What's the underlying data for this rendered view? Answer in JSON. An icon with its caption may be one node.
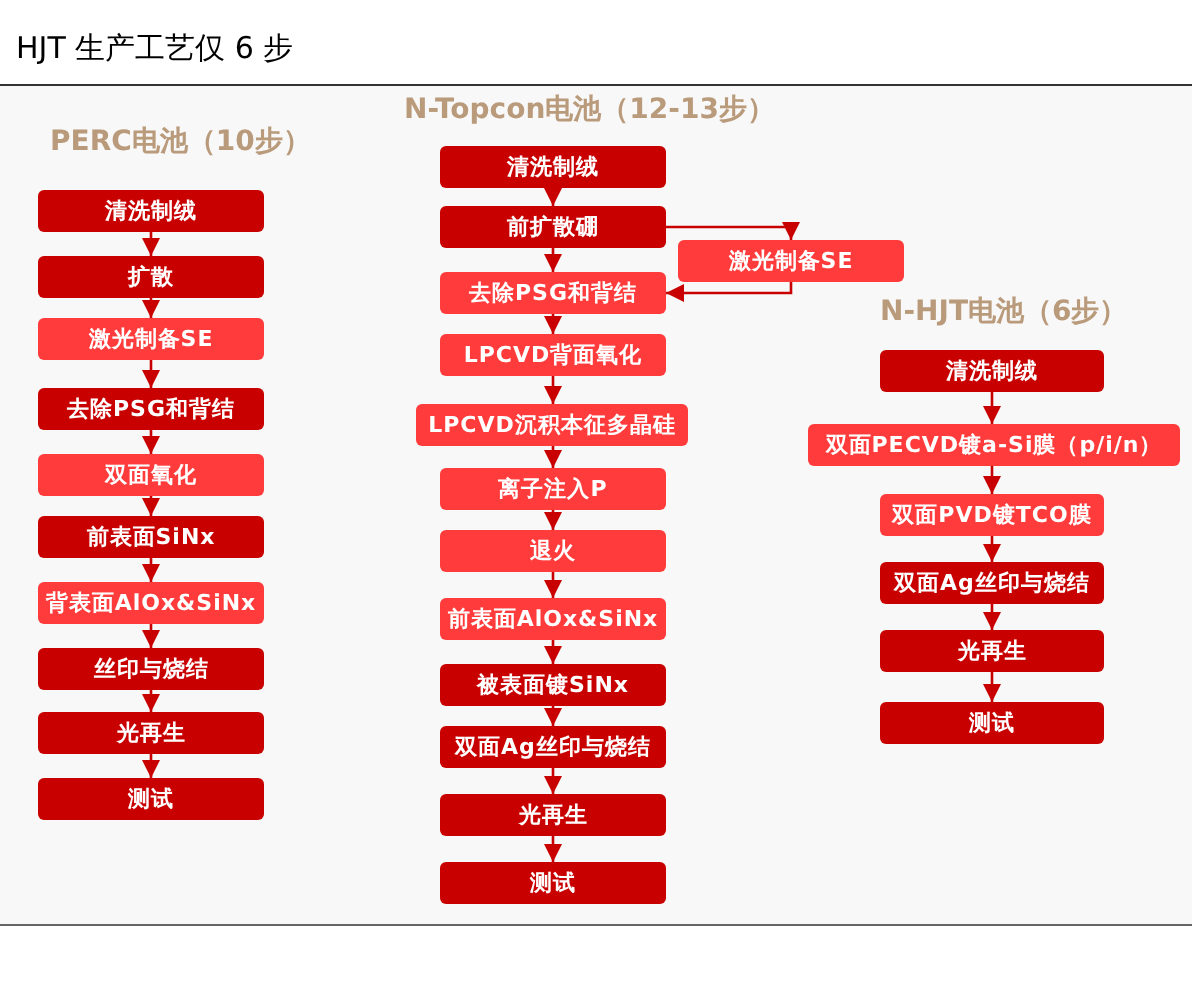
{
  "diagram": {
    "title": "HJT 生产工艺仅 6 步",
    "nodes": [
      {
        "text": [
          "清洗制绒"
        ]
      },
      {
        "text": [
          "扩散"
        ]
      },
      {
        "text": [
          "激光制备SE"
        ]
      },
      {
        "text": [
          "去除PSG和背结"
        ]
      },
      {
        "text": [
          "双面氧化"
        ]
      },
      {
        "text": [
          "前表面SiNx"
        ]
      },
      {
        "text": [
          "背表面AlOx&SiNx"
        ]
      },
      {
        "text": [
          "丝印与烧结"
        ]
      },
      {
        "text": [
          "光再生"
        ]
      },
      {
        "text": [
          "测试"
        ]
      },
      {
        "text": [
          "清洗制绒"
        ]
      },
      {
        "text": [
          "前扩散硼"
        ]
      },
      {
        "text": [
          "激光制备SE"
        ]
      },
      {
        "text": [
          "去除PSG和背结"
        ]
      },
      {
        "text": [
          "LPCVD背面氧化"
        ]
      },
      {
        "text": [
          "LPCVD沉积本征多晶硅"
        ]
      },
      {
        "text": [
          "离子注入P"
        ]
      },
      {
        "text": [
          "退火"
        ]
      },
      {
        "text": [
          "前表面AlOx&SiNx"
        ]
      },
      {
        "text": [
          "被表面镀SiNx"
        ]
      },
      {
        "text": [
          "双面Ag丝印与烧结"
        ]
      },
      {
        "text": [
          "光再生"
        ]
      },
      {
        "text": [
          "测试"
        ]
      },
      {
        "text": [
          "清洗制绒"
        ]
      },
      {
        "text": [
          "双面PECVD镀a-Si膜（p/i/n）"
        ]
      },
      {
        "text": [
          "双面PVD镀TCO膜"
        ]
      },
      {
        "text": [
          "双面Ag丝印与烧结"
        ]
      },
      {
        "text": [
          "光再生"
        ]
      },
      {
        "text": [
          "测试"
        ]
      }
    ],
    "edges": [
      {
        "from": 0,
        "to": 1,
        "arrow": "to"
      },
      {
        "from": 1,
        "to": 2,
        "arrow": "to"
      },
      {
        "from": 2,
        "to": 3,
        "arrow": "to"
      },
      {
        "from": 3,
        "to": 4,
        "arrow": "to"
      },
      {
        "from": 4,
        "to": 5,
        "arrow": "to"
      },
      {
        "from": 5,
        "to": 6,
        "arrow": "to"
      },
      {
        "from": 6,
        "to": 7,
        "arrow": "to"
      },
      {
        "from": 7,
        "to": 8,
        "arrow": "to"
      },
      {
        "from": 8,
        "to": 9,
        "arrow": "to"
      },
      {
        "from": 10,
        "to": 11,
        "arrow": "to"
      },
      {
        "from": 11,
        "to": 13,
        "arrow": "to"
      },
      {
        "from": 11,
        "to": 12,
        "arrow": "to"
      },
      {
        "from": 12,
        "to": 13,
        "arrow": "to"
      },
      {
        "from": 13,
        "to": 14,
        "arrow": "to"
      },
      {
        "from": 14,
        "to": 15,
        "arrow": "to"
      },
      {
        "from": 15,
        "to": 16,
        "arrow": "to"
      },
      {
        "from": 16,
        "to": 17,
        "arrow": "to"
      },
      {
        "from": 17,
        "to": 18,
        "arrow": "to"
      },
      {
        "from": 18,
        "to": 19,
        "arrow": "to"
      },
      {
        "from": 19,
        "to": 20,
        "arrow": "to"
      },
      {
        "from": 20,
        "to": 21,
        "arrow": "to"
      },
      {
        "from": 21,
        "to": 22,
        "arrow": "to"
      },
      {
        "from": 23,
        "to": 24,
        "arrow": "to"
      },
      {
        "from": 24,
        "to": 25,
        "arrow": "to"
      },
      {
        "from": 25,
        "to": 26,
        "arrow": "to"
      },
      {
        "from": 26,
        "to": 27,
        "arrow": "to"
      },
      {
        "from": 27,
        "to": 28,
        "arrow": "to"
      }
    ],
    "labels": [
      "PERC电池（10步）",
      "N-Topcon电池（12-13步）",
      "N-HJT电池（6步）"
    ]
  }
}
